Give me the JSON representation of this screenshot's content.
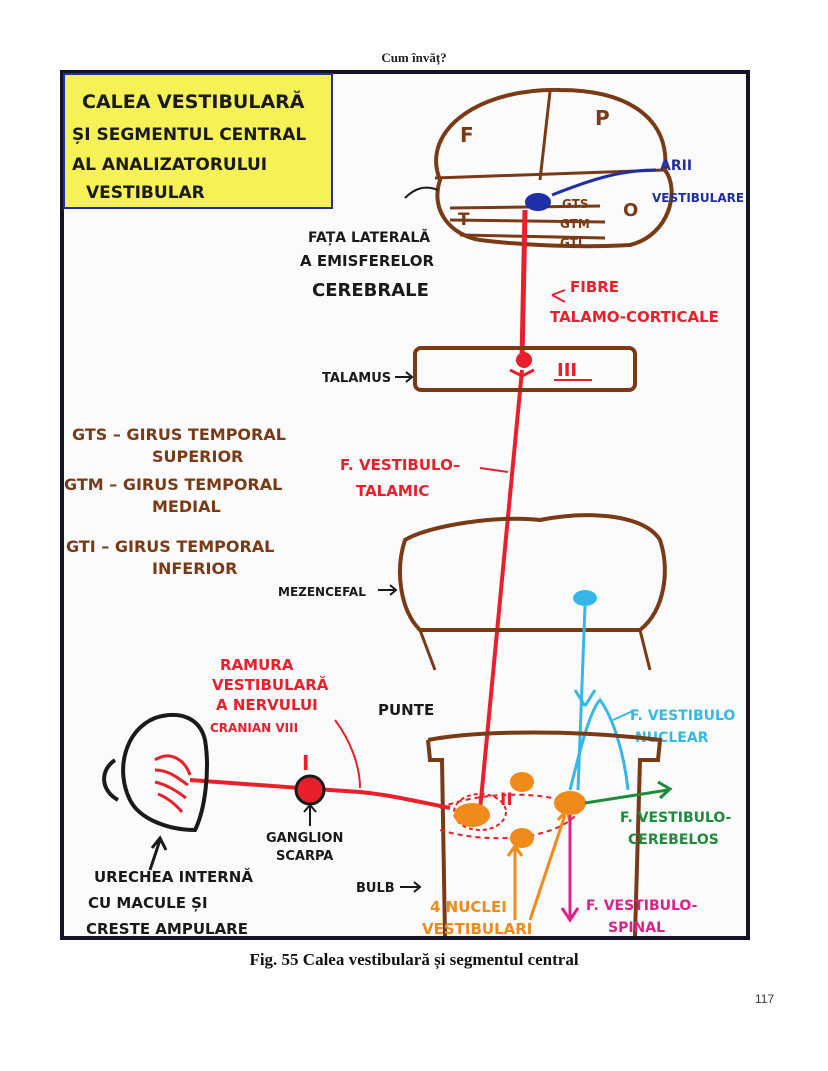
{
  "header": {
    "running_title": "Cum învăț?"
  },
  "figure": {
    "title_lines": [
      "CALEA VESTIBULARĂ",
      "ȘI SEGMENTUL CENTRAL",
      "AL ANALIZATORULUI",
      "VESTIBULAR"
    ],
    "brain": {
      "lobe_f": "F",
      "lobe_p": "P",
      "lobe_o": "O",
      "lobe_t": "T",
      "gyrus_gts": "GTS",
      "gyrus_gtm": "GTM",
      "gyrus_gti": "GTI",
      "arii_line1": "ARII",
      "arii_line2": "VESTIBULARE",
      "fata_line1": "FAȚA LATERALĂ",
      "fata_line2": "A EMISFERELOR",
      "fata_line3": "CEREBRALE"
    },
    "fibre_talamo_line1": "FIBRE",
    "fibre_talamo_line2": "TALAMO-CORTICALE",
    "talamus_label": "TALAMUS",
    "talamus_roman": "III",
    "legend": [
      {
        "line1": "GTS – GIRUS TEMPORAL",
        "line2": "SUPERIOR"
      },
      {
        "line1": "GTM – GIRUS TEMPORAL",
        "line2": "MEDIAL"
      },
      {
        "line1": "GTI – GIRUS TEMPORAL",
        "line2": "INFERIOR"
      }
    ],
    "f_vestibulo_talamic_line1": "F. VESTIBULO–",
    "f_vestibulo_talamic_line2": "TALAMIC",
    "mezencefal_label": "MEZENCEFAL",
    "punte_label": "PUNTE",
    "bulb_label": "BULB",
    "ramura_lines": [
      "RAMURA",
      "VESTIBULARĂ",
      "A NERVULUI",
      "CRANIAN VIII"
    ],
    "roman_i": "I",
    "roman_ii": "II",
    "ganglion_line1": "GANGLION",
    "ganglion_line2": "SCARPA",
    "urechea_lines": [
      "URECHEA INTERNĂ",
      "CU MACULE ȘI",
      "CRESTE AMPULARE"
    ],
    "nuclei_line1": "4 NUCLEI",
    "nuclei_line2": "VESTIBULARI",
    "f_vestibulo_nuclear_line1": "F. VESTIBULO",
    "f_vestibulo_nuclear_line2": "NUCLEAR",
    "f_vestibulo_cerebelos_line1": "F. VESTIBULO-",
    "f_vestibulo_cerebelos_line2": "CEREBELOS",
    "f_vestibulo_spinal_line1": "F. VESTIBULO-",
    "f_vestibulo_spinal_line2": "SPINAL",
    "colors": {
      "brown": "#7a3a16",
      "red": "#e8202a",
      "blue": "#1f2fa8",
      "cyan": "#35b8e8",
      "orange": "#f08a1a",
      "green": "#1c8c3a",
      "magenta": "#e0208a",
      "highlight_yellow": "#f4ef3a"
    }
  },
  "caption": "Fig. 55 Calea vestibulară și segmentul central",
  "page_number": "117"
}
